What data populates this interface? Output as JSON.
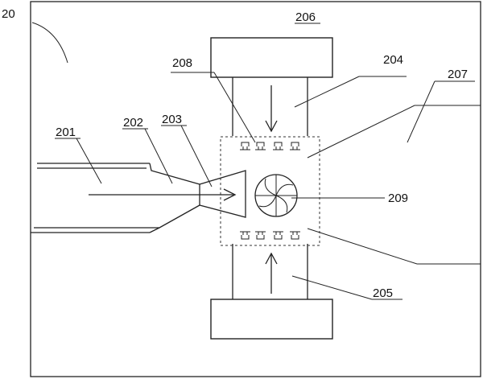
{
  "labels": {
    "system": "20",
    "inlet_duct": "201",
    "contraction": "202",
    "nozzle": "203",
    "upper_channel": "204",
    "lower_channel": "205",
    "upper_unit": "206",
    "housing": "207",
    "emitters": "208",
    "fan": "209"
  },
  "icons": {
    "fan": "fan-icon",
    "emitter": "emitter-icon",
    "arrow": "arrow-icon"
  },
  "colors": {
    "line": "#222222",
    "background": "#ffffff"
  }
}
